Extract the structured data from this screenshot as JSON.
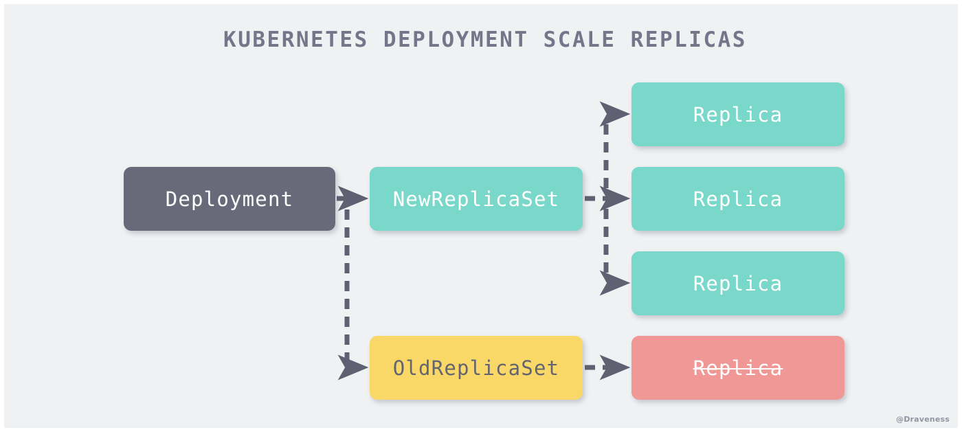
{
  "diagram": {
    "title": "KUBERNETES DEPLOYMENT SCALE REPLICAS",
    "type": "flow-diagram",
    "background_color": "#eff1f3",
    "title_color": "#74778a",
    "edge_color": "#5f6172",
    "watermark": "@Draveness",
    "nodes": [
      {
        "id": "deployment",
        "label": "Deployment",
        "fill": "#696a79",
        "text_color": "#ffffff",
        "strikethrough": false
      },
      {
        "id": "new-replicaset",
        "label": "NewReplicaSet",
        "fill": "#79d8c9",
        "text_color": "#ffffff",
        "strikethrough": false
      },
      {
        "id": "old-replicaset",
        "label": "OldReplicaSet",
        "fill": "#fad868",
        "text_color": "#63646f",
        "strikethrough": false
      },
      {
        "id": "replica-1",
        "label": "Replica",
        "fill": "#79d8c9",
        "text_color": "#ffffff",
        "strikethrough": false
      },
      {
        "id": "replica-2",
        "label": "Replica",
        "fill": "#79d8c9",
        "text_color": "#ffffff",
        "strikethrough": false
      },
      {
        "id": "replica-3",
        "label": "Replica",
        "fill": "#79d8c9",
        "text_color": "#ffffff",
        "strikethrough": false
      },
      {
        "id": "replica-old",
        "label": "Replica",
        "fill": "#ef9896",
        "text_color": "#ffffff",
        "strikethrough": true
      }
    ],
    "edges": [
      {
        "from": "deployment",
        "to": "new-replicaset",
        "style": "dashed",
        "arrow": true
      },
      {
        "from": "deployment",
        "to": "old-replicaset",
        "style": "dashed",
        "arrow": true
      },
      {
        "from": "new-replicaset",
        "to": "replica-1",
        "style": "dashed",
        "arrow": true
      },
      {
        "from": "new-replicaset",
        "to": "replica-2",
        "style": "dashed",
        "arrow": true
      },
      {
        "from": "new-replicaset",
        "to": "replica-3",
        "style": "dashed",
        "arrow": true
      },
      {
        "from": "old-replicaset",
        "to": "replica-old",
        "style": "dashed",
        "arrow": true
      }
    ]
  }
}
